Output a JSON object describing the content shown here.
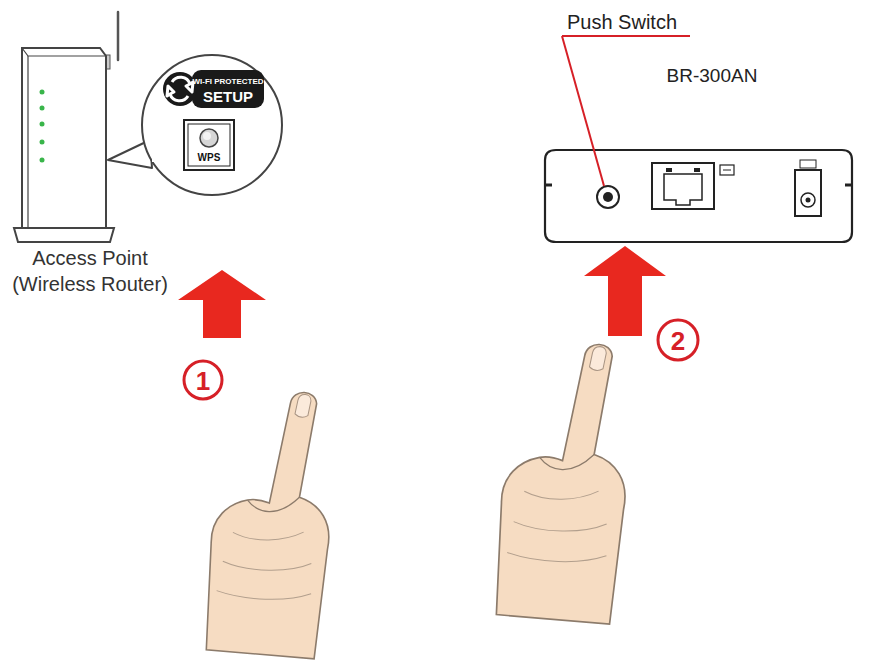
{
  "diagram": {
    "labels": [
      "Push Switch",
      "BR-300AN",
      "WI-FI PROTECTED",
      "SETUP",
      "WPS",
      "Access Point",
      "(Wireless Router)",
      "1",
      "2"
    ]
  }
}
